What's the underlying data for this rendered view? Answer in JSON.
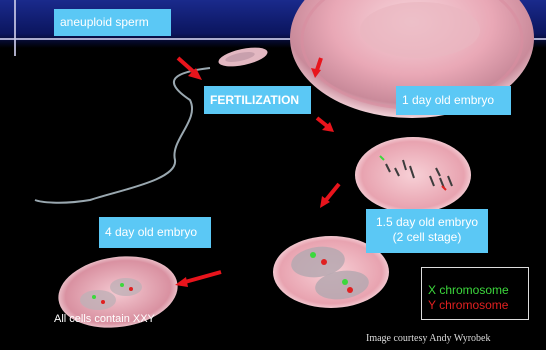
{
  "labels": {
    "aneuploid_sperm": "aneuploid sperm",
    "fertilization": "FERTILIZATION",
    "embryo_1day": "1 day old embryo",
    "embryo_1_5day_line1": "1.5 day old embryo",
    "embryo_1_5day_line2": "(2 cell stage)",
    "embryo_4day": "4 day old embryo",
    "xxy_caption": "All cells contain XXY"
  },
  "legend": {
    "x_chromosome": "X chromosome",
    "y_chromosome": "Y chromosome"
  },
  "credit": "Image courtesy Andy Wyrobek",
  "colors": {
    "label_bg": "#5bc8f5",
    "x_chromosome": "#3cd83c",
    "y_chromosome": "#e02020",
    "arrow": "#e8141c"
  }
}
